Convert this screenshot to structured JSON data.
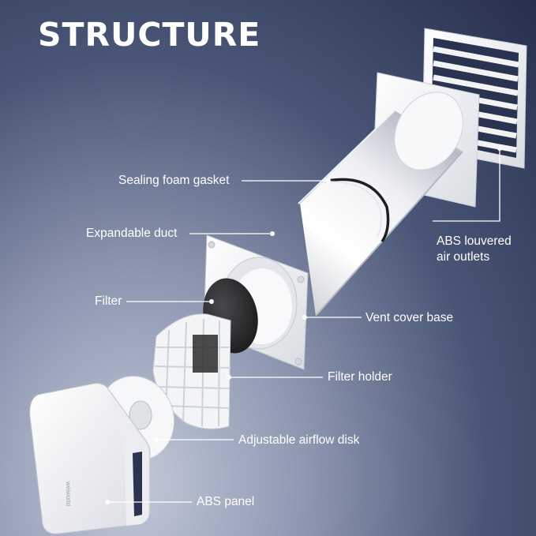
{
  "title": "STRUCTURE",
  "brand": "weiworld",
  "labels": {
    "sealing_gasket": "Sealing foam gasket",
    "expandable_duct": "Expandable duct",
    "filter": "Filter",
    "vent_cover_base": "Vent cover base",
    "filter_holder": "Filter holder",
    "adjustable_disk": "Adjustable airflow disk",
    "abs_panel": "ABS panel",
    "abs_outlets_line1": "ABS louvered",
    "abs_outlets_line2": "air outlets"
  },
  "colors": {
    "background_dark": "#26304d",
    "background_light": "#c2c9d8",
    "text": "#ffffff",
    "part_white": "#f4f5f7",
    "filter_foam": "#2b2b2d"
  }
}
